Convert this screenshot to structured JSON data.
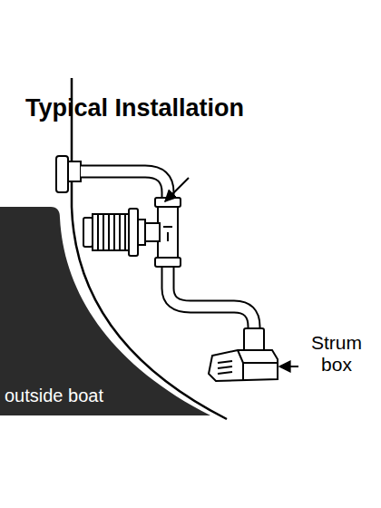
{
  "diagram": {
    "title": "Typical Installation",
    "nodes": [
      {
        "text": [
          "outside boat"
        ]
      }
    ],
    "labels": [
      "Strum box"
    ]
  }
}
